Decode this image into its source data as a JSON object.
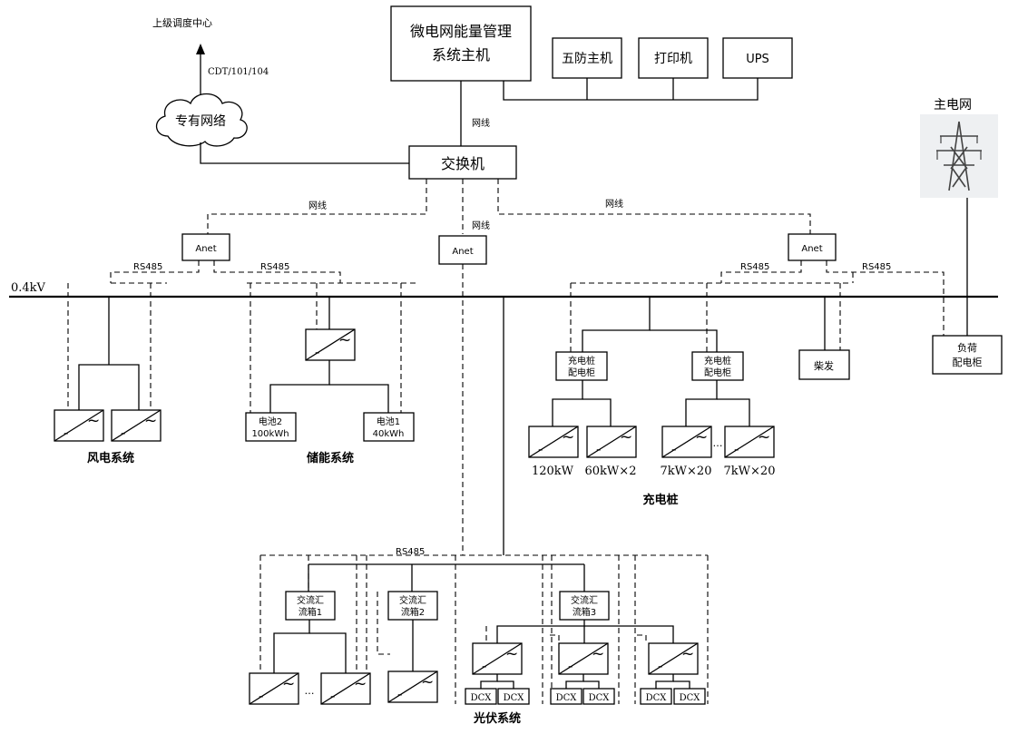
{
  "dispatch_center": "上级调度中心",
  "protocol": "CDT/101/104",
  "private_network": "专有网络",
  "ems": {
    "line1": "微电网能量管理",
    "line2": "系统主机"
  },
  "peripherals": {
    "wufang": "五防主机",
    "printer": "打印机",
    "ups": "UPS"
  },
  "switch": "交换机",
  "network_cable": "网线",
  "anet": "Anet",
  "rs485": "RS485",
  "bus_voltage": "0.4kV",
  "main_grid": "主电网",
  "inverter_dc": "-",
  "inverter_ac": "~",
  "wind_system": "风电系统",
  "storage_system": "储能系统",
  "battery1": {
    "line1": "电池1",
    "line2": "40kWh"
  },
  "battery2": {
    "line1": "电池2",
    "line2": "100kWh"
  },
  "charging_cabinet": {
    "line1": "充电桩",
    "line2": "配电柜"
  },
  "chargers": [
    "120kW",
    "60kW×2",
    "7kW×20",
    "7kW×20"
  ],
  "charging_system": "充电桩",
  "diesel": "柴发",
  "load_cabinet": {
    "line1": "负荷",
    "line2": "配电柜"
  },
  "combiners": [
    {
      "line1": "交流汇",
      "line2": "流箱1"
    },
    {
      "line1": "交流汇",
      "line2": "流箱2"
    },
    {
      "line1": "交流汇",
      "line2": "流箱3"
    }
  ],
  "dcx": "DCX",
  "ellipsis": "…",
  "pv_system": "光伏系统"
}
